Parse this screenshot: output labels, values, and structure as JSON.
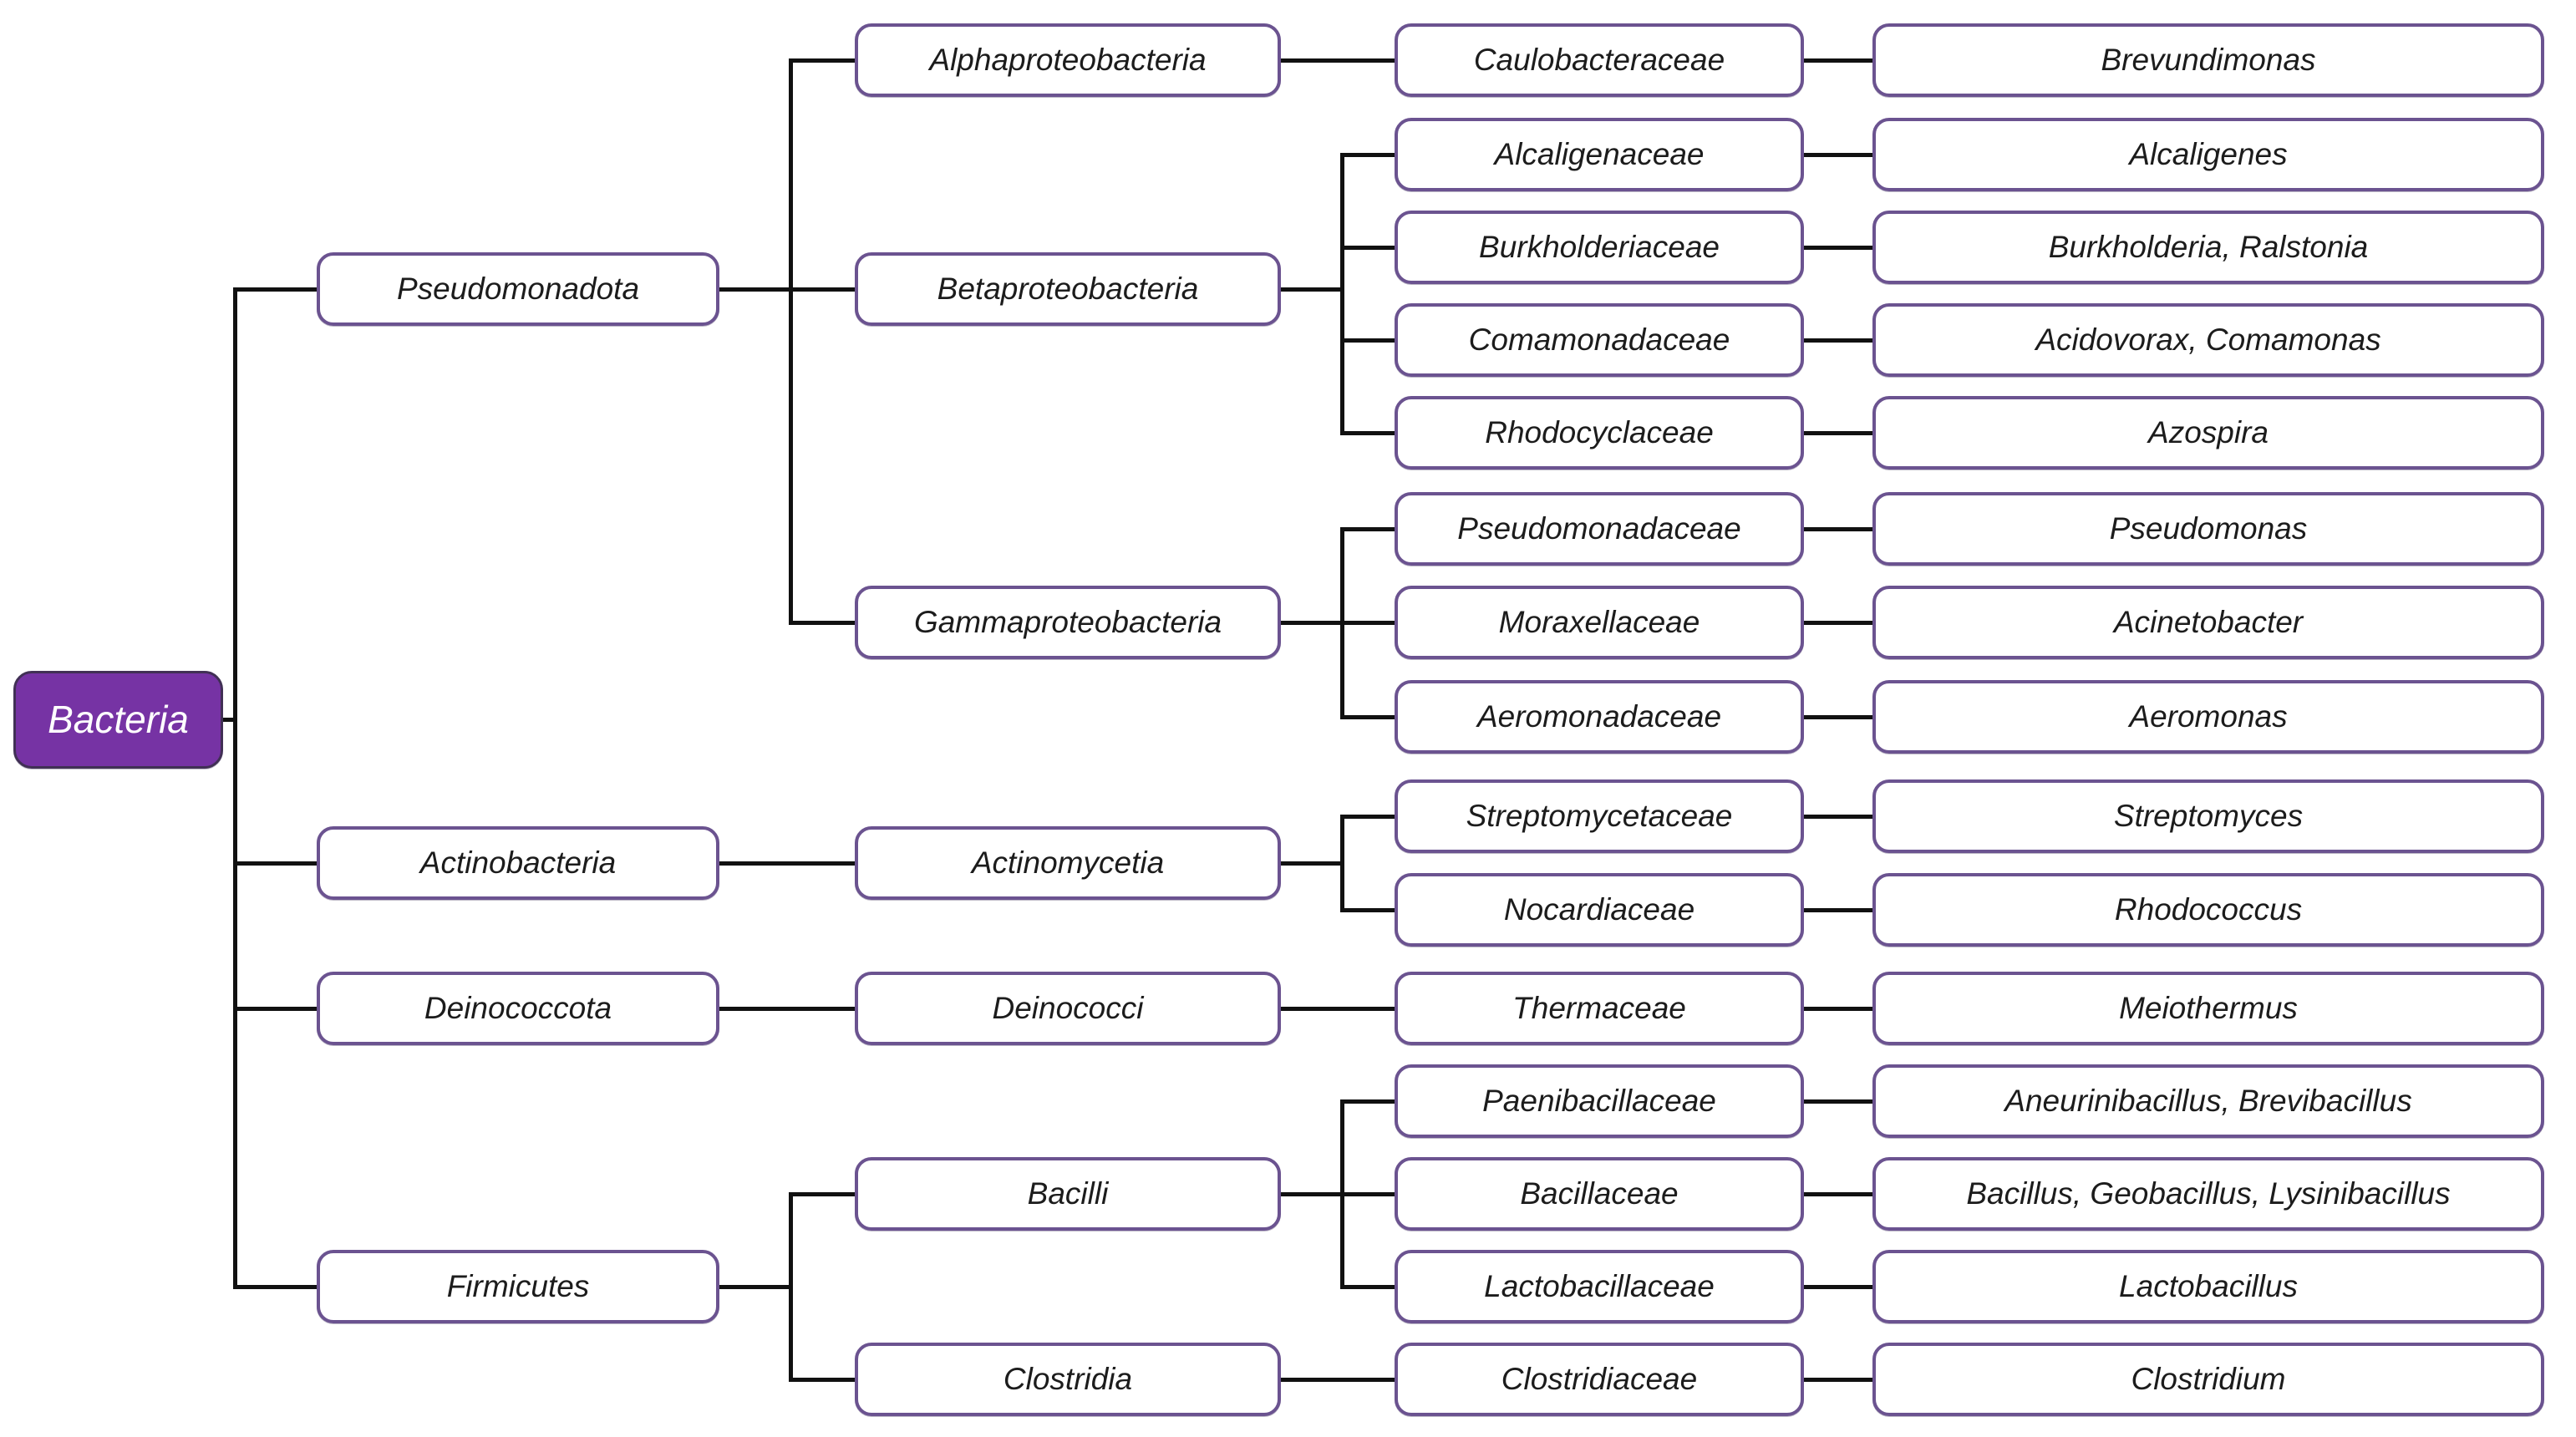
{
  "diagram": {
    "description": "Bacterial taxonomy tree from domain to genus",
    "colors": {
      "background": "#ffffff",
      "connector_line": "#111111",
      "box_fill": "#ffffff",
      "box_border": "#6b5390",
      "box_text": "#1c1c1c",
      "root_fill": "#7633a4",
      "root_border": "#413055",
      "root_text": "#ffffff"
    },
    "levels": [
      "domain",
      "phylum",
      "class",
      "family",
      "genus"
    ],
    "nodes": [
      {
        "id": "bacteria",
        "label": "Bacteria",
        "level": "domain",
        "parent": null
      },
      {
        "id": "pseudomonadota",
        "label": "Pseudomonadota",
        "level": "phylum",
        "parent": "bacteria"
      },
      {
        "id": "actinobacteria",
        "label": "Actinobacteria",
        "level": "phylum",
        "parent": "bacteria"
      },
      {
        "id": "deinococcota",
        "label": "Deinococcota",
        "level": "phylum",
        "parent": "bacteria"
      },
      {
        "id": "firmicutes",
        "label": "Firmicutes",
        "level": "phylum",
        "parent": "bacteria"
      },
      {
        "id": "alphaproteobacteria",
        "label": "Alphaproteobacteria",
        "level": "class",
        "parent": "pseudomonadota"
      },
      {
        "id": "betaproteobacteria",
        "label": "Betaproteobacteria",
        "level": "class",
        "parent": "pseudomonadota"
      },
      {
        "id": "gammaproteobacteria",
        "label": "Gammaproteobacteria",
        "level": "class",
        "parent": "pseudomonadota"
      },
      {
        "id": "actinomycetia",
        "label": "Actinomycetia",
        "level": "class",
        "parent": "actinobacteria"
      },
      {
        "id": "deinococci",
        "label": "Deinococci",
        "level": "class",
        "parent": "deinococcota"
      },
      {
        "id": "bacilli",
        "label": "Bacilli",
        "level": "class",
        "parent": "firmicutes"
      },
      {
        "id": "clostridia",
        "label": "Clostridia",
        "level": "class",
        "parent": "firmicutes"
      },
      {
        "id": "caulobacteraceae",
        "label": "Caulobacteraceae",
        "level": "family",
        "parent": "alphaproteobacteria"
      },
      {
        "id": "alcaligenaceae",
        "label": "Alcaligenaceae",
        "level": "family",
        "parent": "betaproteobacteria"
      },
      {
        "id": "burkholderiaceae",
        "label": "Burkholderiaceae",
        "level": "family",
        "parent": "betaproteobacteria"
      },
      {
        "id": "comamonadaceae",
        "label": "Comamonadaceae",
        "level": "family",
        "parent": "betaproteobacteria"
      },
      {
        "id": "rhodocyclaceae",
        "label": "Rhodocyclaceae",
        "level": "family",
        "parent": "betaproteobacteria"
      },
      {
        "id": "pseudomonadaceae",
        "label": "Pseudomonadaceae",
        "level": "family",
        "parent": "gammaproteobacteria"
      },
      {
        "id": "moraxellaceae",
        "label": "Moraxellaceae",
        "level": "family",
        "parent": "gammaproteobacteria"
      },
      {
        "id": "aeromonadaceae",
        "label": "Aeromonadaceae",
        "level": "family",
        "parent": "gammaproteobacteria"
      },
      {
        "id": "streptomycetaceae",
        "label": "Streptomycetaceae",
        "level": "family",
        "parent": "actinomycetia"
      },
      {
        "id": "nocardiaceae",
        "label": "Nocardiaceae",
        "level": "family",
        "parent": "actinomycetia"
      },
      {
        "id": "thermaceae",
        "label": "Thermaceae",
        "level": "family",
        "parent": "deinococci"
      },
      {
        "id": "paenibacillaceae",
        "label": "Paenibacillaceae",
        "level": "family",
        "parent": "bacilli"
      },
      {
        "id": "bacillaceae",
        "label": "Bacillaceae",
        "level": "family",
        "parent": "bacilli"
      },
      {
        "id": "lactobacillaceae",
        "label": "Lactobacillaceae",
        "level": "family",
        "parent": "bacilli"
      },
      {
        "id": "clostridiaceae",
        "label": "Clostridiaceae",
        "level": "family",
        "parent": "clostridia"
      },
      {
        "id": "brevundimonas",
        "label": "Brevundimonas",
        "level": "genus",
        "parent": "caulobacteraceae"
      },
      {
        "id": "alcaligenes",
        "label": "Alcaligenes",
        "level": "genus",
        "parent": "alcaligenaceae"
      },
      {
        "id": "burkholderia-ralstonia",
        "label": "Burkholderia, Ralstonia",
        "level": "genus",
        "parent": "burkholderiaceae"
      },
      {
        "id": "acidovorax-comamonas",
        "label": "Acidovorax, Comamonas",
        "level": "genus",
        "parent": "comamonadaceae"
      },
      {
        "id": "azospira",
        "label": "Azospira",
        "level": "genus",
        "parent": "rhodocyclaceae"
      },
      {
        "id": "pseudomonas",
        "label": "Pseudomonas",
        "level": "genus",
        "parent": "pseudomonadaceae"
      },
      {
        "id": "acinetobacter",
        "label": "Acinetobacter",
        "level": "genus",
        "parent": "moraxellaceae"
      },
      {
        "id": "aeromonas",
        "label": "Aeromonas",
        "level": "genus",
        "parent": "aeromonadaceae"
      },
      {
        "id": "streptomyces",
        "label": "Streptomyces",
        "level": "genus",
        "parent": "streptomycetaceae"
      },
      {
        "id": "rhodococcus",
        "label": "Rhodococcus",
        "level": "genus",
        "parent": "nocardiaceae"
      },
      {
        "id": "meiothermus",
        "label": "Meiothermus",
        "level": "genus",
        "parent": "thermaceae"
      },
      {
        "id": "aneurinibacillus-brevibacillus",
        "label": "Aneurinibacillus, Brevibacillus",
        "level": "genus",
        "parent": "paenibacillaceae"
      },
      {
        "id": "bacillus-geobacillus-lysinibacillus",
        "label": "Bacillus, Geobacillus, Lysinibacillus",
        "level": "genus",
        "parent": "bacillaceae"
      },
      {
        "id": "lactobacillus",
        "label": "Lactobacillus",
        "level": "genus",
        "parent": "lactobacillaceae"
      },
      {
        "id": "clostridium",
        "label": "Clostridium",
        "level": "genus",
        "parent": "clostridiaceae"
      }
    ]
  }
}
